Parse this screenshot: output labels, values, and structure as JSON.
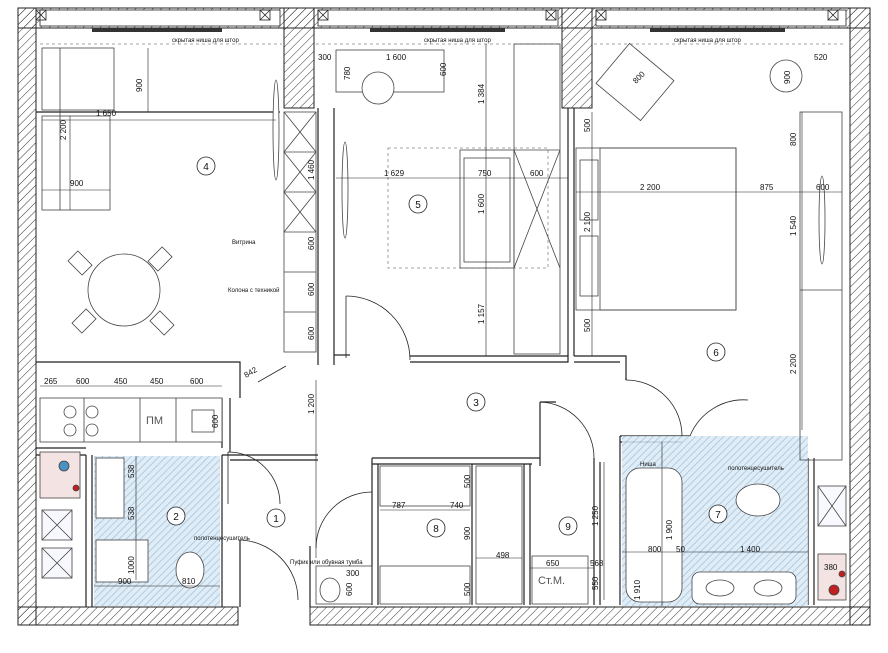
{
  "colors": {
    "wall": "#ffffff",
    "line": "#222222",
    "tile": "#9ec4e0",
    "dashed": "#888888"
  },
  "rooms": [
    {
      "id": "1",
      "label": "1"
    },
    {
      "id": "2",
      "label": "2"
    },
    {
      "id": "3",
      "label": "3"
    },
    {
      "id": "4",
      "label": "4"
    },
    {
      "id": "5",
      "label": "5"
    },
    {
      "id": "6",
      "label": "6"
    },
    {
      "id": "7",
      "label": "7"
    },
    {
      "id": "8",
      "label": "8"
    },
    {
      "id": "9",
      "label": "9"
    }
  ],
  "notes": {
    "curtain_niche": "скрытая ниша для штор",
    "showcase": "Витрина",
    "column": "Колона с техникой",
    "towel_shelf": "полотенцесушитель",
    "pouf": "Пуфик или обувная тумба",
    "niche": "Ниша",
    "pm": "ПМ",
    "stm": "Ст.М."
  },
  "dims": {
    "d300": "300",
    "d780": "780",
    "d1600": "1 600",
    "d600": "600",
    "d520": "520",
    "d900": "900",
    "d800": "800",
    "d1650": "1 650",
    "d2200": "2 200",
    "d1384": "1 384",
    "d1460": "1 460",
    "d1629": "1 629",
    "d750": "750",
    "d875": "875",
    "d1540": "1 540",
    "d1157": "1 157",
    "d500": "500",
    "d2100": "2 100",
    "d265": "265",
    "d450": "450",
    "d842": "842",
    "d1200": "1 200",
    "d538": "538",
    "d1000": "1000",
    "d810": "810",
    "d787": "787",
    "d740": "740",
    "d498": "498",
    "d650": "650",
    "d568": "568",
    "d1250": "1 250",
    "d550": "550",
    "d1900": "1 900",
    "d1400": "1 400",
    "d380": "380",
    "d50": "50",
    "d1910": "1 910"
  }
}
